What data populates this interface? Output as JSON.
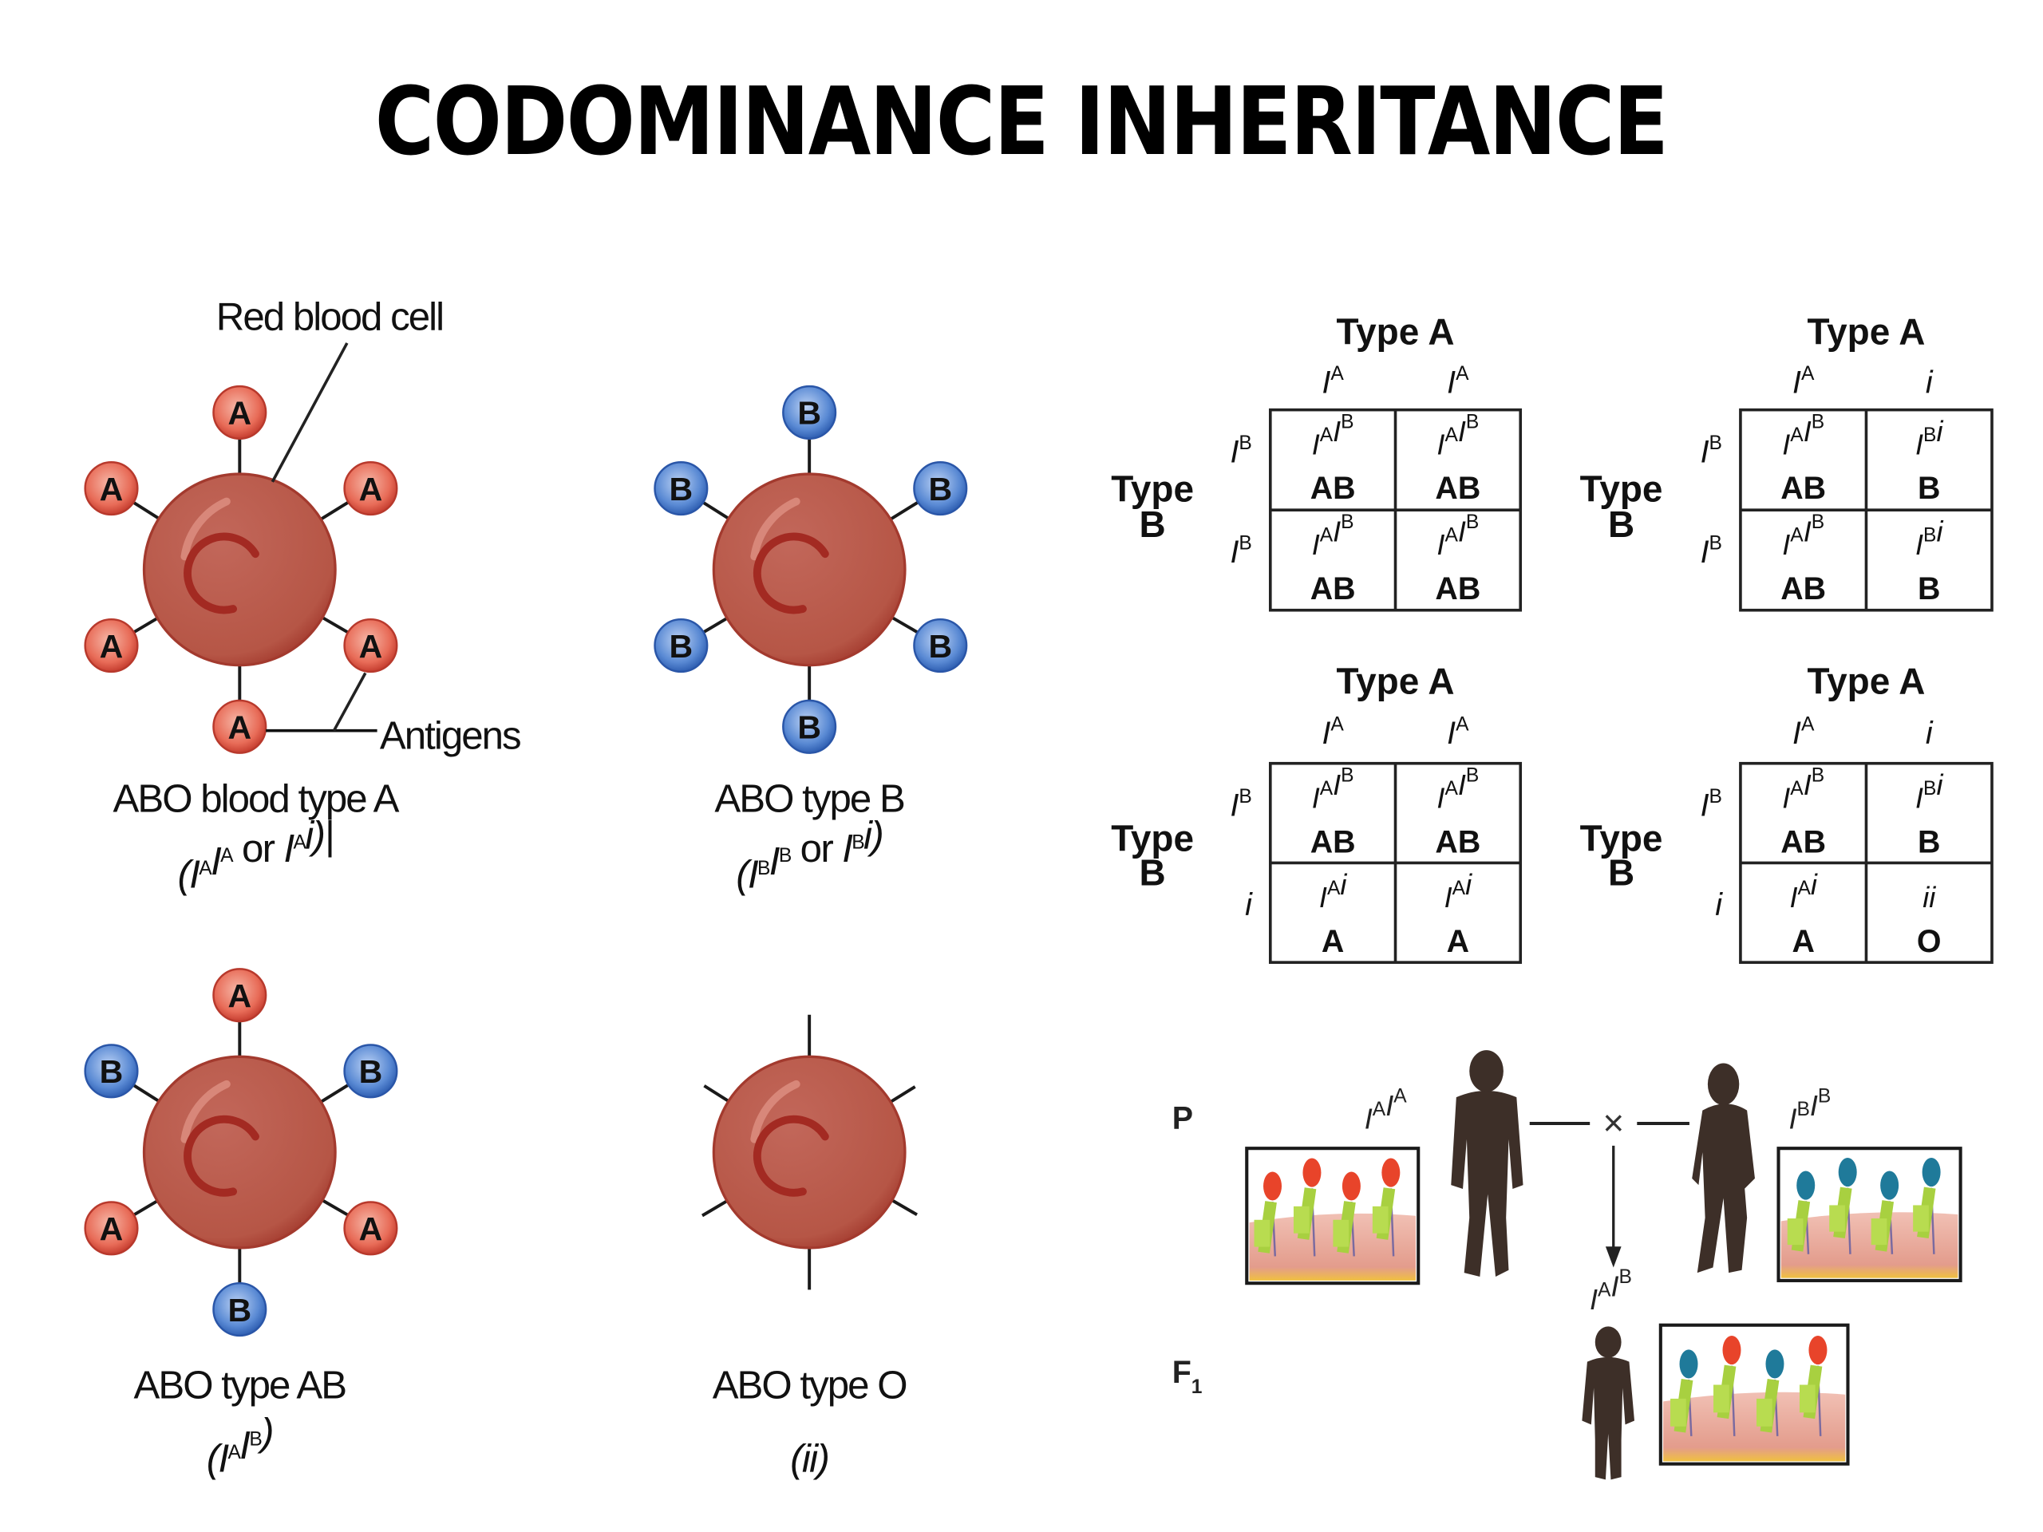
{
  "slide": {
    "title": "CODOMINANCE INHERITANCE"
  },
  "colors": {
    "cell_fill": "#b85a4a",
    "cell_edge": "#a33a2e",
    "antigen_a_fill": "#e8705c",
    "antigen_b_fill": "#4f82d0",
    "silhouette": "#3d2f28",
    "membrane": "#e9a79a",
    "protein": "#a8d040"
  },
  "blood_cells": {
    "red_blood_cell_label": "Red blood cell",
    "antigens_label": "Antigens",
    "cells": [
      {
        "name": "type-a",
        "title": "ABO blood type A",
        "genotype": {
          "pre": "(",
          "parts": [
            [
              "I",
              "A"
            ],
            [
              "I",
              "A"
            ]
          ],
          "mid": " or ",
          "parts2": [
            [
              "I",
              "A"
            ],
            [
              "i",
              ""
            ]
          ],
          "post": ")|"
        },
        "antigens": [
          "A",
          "A",
          "A",
          "A",
          "A",
          "A"
        ]
      },
      {
        "name": "type-b",
        "title": "ABO type B",
        "genotype": {
          "pre": "(",
          "parts": [
            [
              "I",
              "B"
            ],
            [
              "I",
              "B"
            ]
          ],
          "mid": " or ",
          "parts2": [
            [
              "I",
              "B"
            ],
            [
              "i",
              ""
            ]
          ],
          "post": ")"
        },
        "antigens": [
          "B",
          "B",
          "B",
          "B",
          "B",
          "B"
        ]
      },
      {
        "name": "type-ab",
        "title": "ABO type AB",
        "genotype": {
          "pre": "(",
          "parts": [
            [
              "I",
              "A"
            ],
            [
              "I",
              "B"
            ]
          ],
          "mid": "",
          "parts2": [],
          "post": ")"
        },
        "antigens": [
          "A",
          "B",
          "B",
          "A",
          "A",
          "B"
        ]
      },
      {
        "name": "type-o",
        "title": "ABO type O",
        "genotype": {
          "pre": "(",
          "parts": [
            [
              "ii",
              ""
            ]
          ],
          "mid": "",
          "parts2": [],
          "post": ")"
        },
        "antigens": []
      }
    ]
  },
  "punnett_squares": [
    {
      "top_parent": "Type A",
      "side_parent": [
        "Type",
        "B"
      ],
      "col_alleles": [
        [
          "I",
          "A"
        ],
        [
          "I",
          "A"
        ]
      ],
      "row_alleles": [
        [
          "I",
          "B"
        ],
        [
          "I",
          "B"
        ]
      ],
      "cells": [
        [
          {
            "g": [
              [
                "I",
                "A"
              ],
              [
                "I",
                "B"
              ]
            ],
            "p": "AB"
          },
          {
            "g": [
              [
                "I",
                "A"
              ],
              [
                "I",
                "B"
              ]
            ],
            "p": "AB"
          }
        ],
        [
          {
            "g": [
              [
                "I",
                "A"
              ],
              [
                "I",
                "B"
              ]
            ],
            "p": "AB"
          },
          {
            "g": [
              [
                "I",
                "A"
              ],
              [
                "I",
                "B"
              ]
            ],
            "p": "AB"
          }
        ]
      ]
    },
    {
      "top_parent": "Type A",
      "side_parent": [
        "Type",
        "B"
      ],
      "col_alleles": [
        [
          "I",
          "A"
        ],
        [
          "i",
          ""
        ]
      ],
      "row_alleles": [
        [
          "I",
          "B"
        ],
        [
          "I",
          "B"
        ]
      ],
      "cells": [
        [
          {
            "g": [
              [
                "I",
                "A"
              ],
              [
                "I",
                "B"
              ]
            ],
            "p": "AB"
          },
          {
            "g": [
              [
                "I",
                "B"
              ],
              [
                "i",
                ""
              ]
            ],
            "p": "B"
          }
        ],
        [
          {
            "g": [
              [
                "I",
                "A"
              ],
              [
                "I",
                "B"
              ]
            ],
            "p": "AB"
          },
          {
            "g": [
              [
                "I",
                "B"
              ],
              [
                "i",
                ""
              ]
            ],
            "p": "B"
          }
        ]
      ]
    },
    {
      "top_parent": "Type A",
      "side_parent": [
        "Type",
        "B"
      ],
      "col_alleles": [
        [
          "I",
          "A"
        ],
        [
          "I",
          "A"
        ]
      ],
      "row_alleles": [
        [
          "I",
          "B"
        ],
        [
          "i",
          ""
        ]
      ],
      "cells": [
        [
          {
            "g": [
              [
                "I",
                "A"
              ],
              [
                "I",
                "B"
              ]
            ],
            "p": "AB"
          },
          {
            "g": [
              [
                "I",
                "A"
              ],
              [
                "I",
                "B"
              ]
            ],
            "p": "AB"
          }
        ],
        [
          {
            "g": [
              [
                "I",
                "A"
              ],
              [
                "i",
                ""
              ]
            ],
            "p": "A"
          },
          {
            "g": [
              [
                "I",
                "A"
              ],
              [
                "i",
                ""
              ]
            ],
            "p": "A"
          }
        ]
      ]
    },
    {
      "top_parent": "Type A",
      "side_parent": [
        "Type",
        "B"
      ],
      "col_alleles": [
        [
          "I",
          "A"
        ],
        [
          "i",
          ""
        ]
      ],
      "row_alleles": [
        [
          "I",
          "B"
        ],
        [
          "i",
          ""
        ]
      ],
      "cells": [
        [
          {
            "g": [
              [
                "I",
                "A"
              ],
              [
                "I",
                "B"
              ]
            ],
            "p": "AB"
          },
          {
            "g": [
              [
                "I",
                "B"
              ],
              [
                "i",
                ""
              ]
            ],
            "p": "B"
          }
        ],
        [
          {
            "g": [
              [
                "I",
                "A"
              ],
              [
                "i",
                ""
              ]
            ],
            "p": "A"
          },
          {
            "g": [
              [
                "ii",
                ""
              ]
            ],
            "p": "O"
          }
        ]
      ]
    }
  ],
  "cross": {
    "p_label": "P",
    "f1_label": "F",
    "f1_sub": "1",
    "cross_symbol": "×",
    "father_genotype": [
      [
        "I",
        "A"
      ],
      [
        "I",
        "A"
      ]
    ],
    "mother_genotype": [
      [
        "I",
        "B"
      ],
      [
        "I",
        "B"
      ]
    ],
    "child_genotype": [
      [
        "I",
        "A"
      ],
      [
        "I",
        "B"
      ]
    ],
    "father_antigen_colors": [
      "red",
      "red",
      "red",
      "red"
    ],
    "mother_antigen_colors": [
      "blue",
      "blue",
      "blue",
      "blue"
    ],
    "child_antigen_colors": [
      "blue",
      "red",
      "blue",
      "red"
    ]
  }
}
